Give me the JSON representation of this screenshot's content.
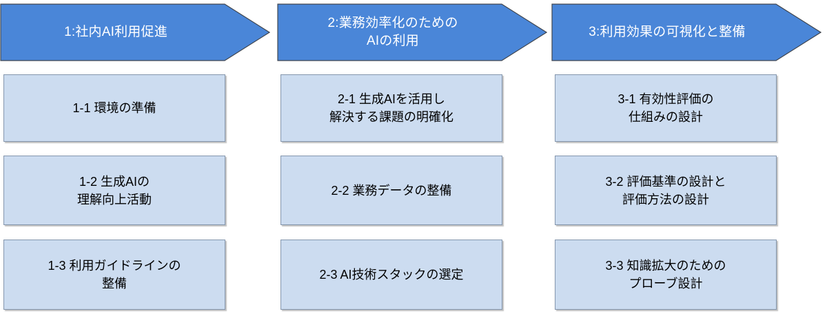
{
  "diagram": {
    "type": "phased-roadmap",
    "colors": {
      "header_fill": "#4a86d8",
      "header_text": "#ffffff",
      "box_fill": "#ccdcf0",
      "box_border": "#8496ad",
      "box_text": "#000000",
      "background": "#ffffff"
    },
    "phases": [
      {
        "header": "1:社内AI利用促進",
        "tasks": [
          "1-1 環境の準備",
          "1-2 生成AIの\n理解向上活動",
          "1-3 利用ガイドラインの\n整備"
        ]
      },
      {
        "header": "2:業務効率化のための\nAIの利用",
        "tasks": [
          "2-1 生成AIを活用し\n解決する課題の明確化",
          "2-2 業務データの整備",
          "2-3 AI技術スタックの選定"
        ]
      },
      {
        "header": "3:利用効果の可視化と整備",
        "tasks": [
          "3-1 有効性評価の\n仕組みの設計",
          "3-2 評価基準の設計と\n評価方法の設計",
          "3-3 知識拡大のための\nプローブ設計"
        ]
      }
    ]
  }
}
